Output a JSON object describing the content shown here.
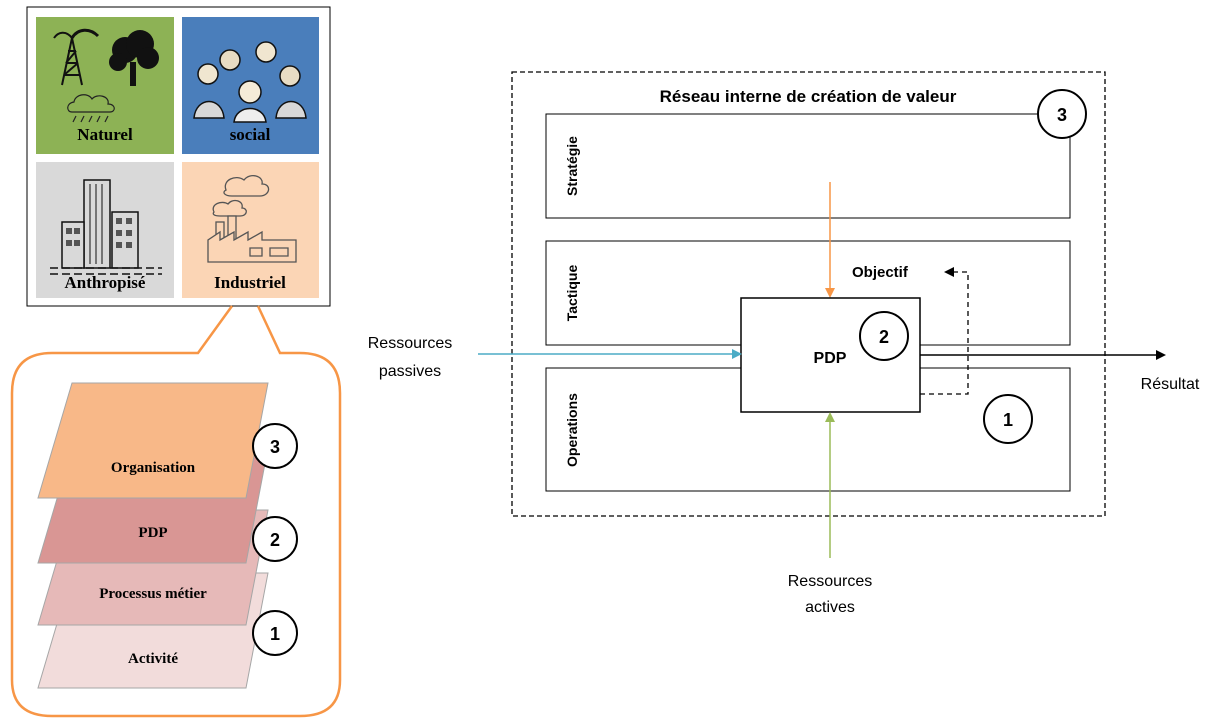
{
  "capitals": [
    {
      "label": "Naturel",
      "color": "#8db255"
    },
    {
      "label": "social",
      "color": "#4a7ebb"
    },
    {
      "label": "Anthropisé",
      "color": "#d9d9d9"
    },
    {
      "label": "Industriel",
      "color": "#fbd5b5"
    }
  ],
  "layers": [
    {
      "label": "Organisation",
      "color": "#f8b888"
    },
    {
      "label": "PDP",
      "color": "#d99694"
    },
    {
      "label": "Processus métier",
      "color": "#e6b9b8"
    },
    {
      "label": "Activité",
      "color": "#f2dcdb"
    }
  ],
  "layer_markers": [
    "3",
    "2",
    "1"
  ],
  "network": {
    "title": "Réseau interne de création de valeur",
    "title_marker": "3",
    "lanes": [
      "Stratégie",
      "Tactique",
      "Operations"
    ],
    "core": "PDP",
    "core_marker": "2",
    "ops_marker": "1",
    "objective": "Objectif",
    "passive_resources": [
      "Ressources",
      "passives"
    ],
    "active_resources": [
      "Ressources",
      "actives"
    ],
    "result": "Résultat"
  },
  "colors": {
    "callout": "#f79646",
    "passive_arrow": "#4bacc6",
    "active_arrow": "#9bbb59",
    "strategy_arrow": "#f79646"
  }
}
